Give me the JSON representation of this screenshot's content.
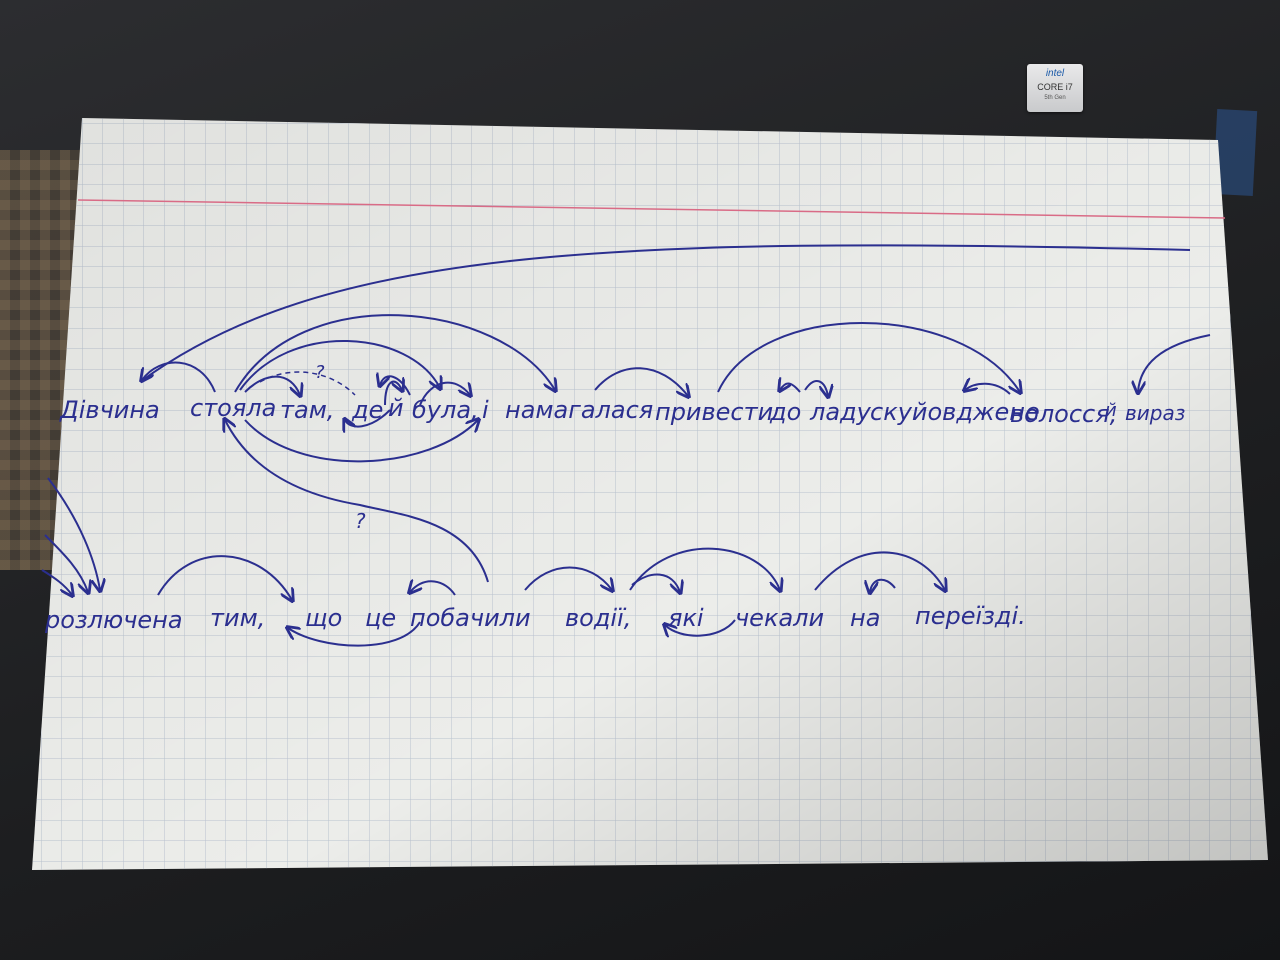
{
  "sticker": {
    "brand": "intel",
    "line": "CORE i7",
    "gen": "5th Gen"
  },
  "sentence": {
    "line1_words": [
      "Дівчина",
      "стояла",
      "там,",
      "де",
      "й",
      "була,",
      "і",
      "намагалася",
      "привести",
      "до",
      "ладу",
      "скуйовджене",
      "волосся,",
      "й",
      "вираз"
    ],
    "line2_words": [
      "розлючена",
      "тим,",
      "що",
      "це",
      "побачили",
      "водії,",
      "які",
      "чекали",
      "на",
      "переїзді."
    ],
    "question_mark_1": "?",
    "question_mark_2": "?"
  },
  "colors": {
    "paper": "#ecedea",
    "grid": "#b9c2cf",
    "margin_line": "#d96b86",
    "ink": "#2b2f8f"
  },
  "icons": [
    "dependency-arrow-icon"
  ]
}
